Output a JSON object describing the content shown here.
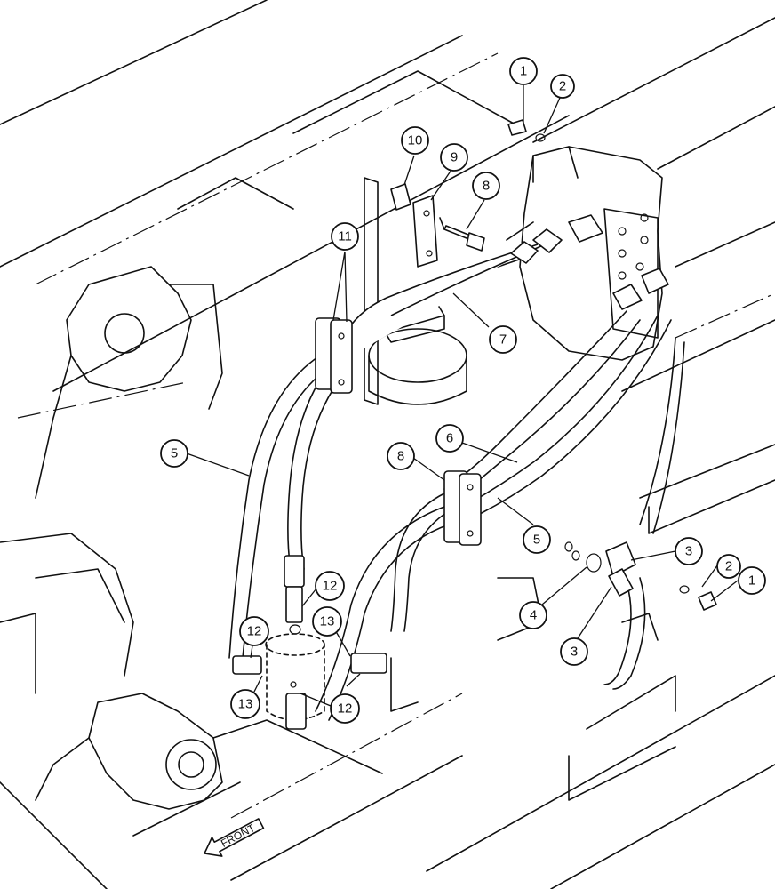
{
  "diagram": {
    "front_label": "FRONT",
    "callouts": [
      {
        "id": "c1a",
        "text": "1"
      },
      {
        "id": "c2a",
        "text": "2"
      },
      {
        "id": "c10",
        "text": "10"
      },
      {
        "id": "c9",
        "text": "9"
      },
      {
        "id": "c8a",
        "text": "8"
      },
      {
        "id": "c11",
        "text": "11"
      },
      {
        "id": "c7",
        "text": "7"
      },
      {
        "id": "c5a",
        "text": "5"
      },
      {
        "id": "c6",
        "text": "6"
      },
      {
        "id": "c8b",
        "text": "8"
      },
      {
        "id": "c5b",
        "text": "5"
      },
      {
        "id": "c3a",
        "text": "3"
      },
      {
        "id": "c2b",
        "text": "2"
      },
      {
        "id": "c1b",
        "text": "1"
      },
      {
        "id": "c4",
        "text": "4"
      },
      {
        "id": "c3b",
        "text": "3"
      },
      {
        "id": "c12a",
        "text": "12"
      },
      {
        "id": "c12b",
        "text": "12"
      },
      {
        "id": "c13a",
        "text": "13"
      },
      {
        "id": "c13b",
        "text": "13"
      },
      {
        "id": "c12c",
        "text": "12"
      }
    ]
  }
}
